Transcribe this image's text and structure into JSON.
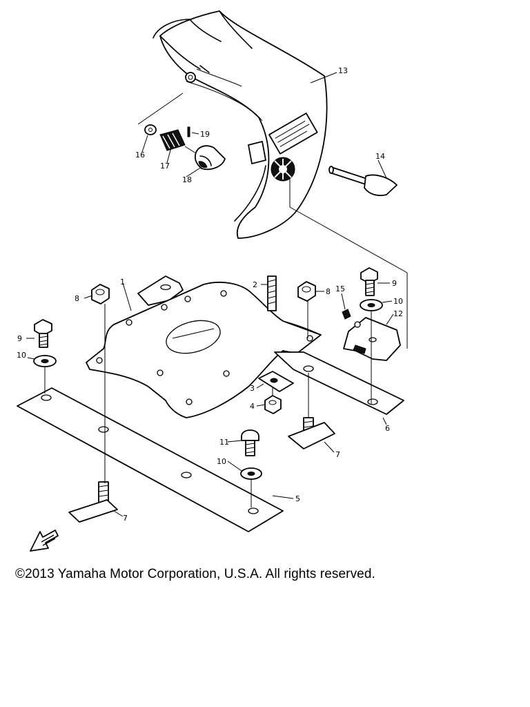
{
  "callouts": [
    {
      "id": "13",
      "text": "13"
    },
    {
      "id": "14",
      "text": "14"
    },
    {
      "id": "16",
      "text": "16"
    },
    {
      "id": "17",
      "text": "17"
    },
    {
      "id": "18",
      "text": "18"
    },
    {
      "id": "19",
      "text": "19"
    },
    {
      "id": "1",
      "text": "1"
    },
    {
      "id": "2",
      "text": "2"
    },
    {
      "id": "8a",
      "text": "8"
    },
    {
      "id": "8b",
      "text": "8"
    },
    {
      "id": "15",
      "text": "15"
    },
    {
      "id": "9a",
      "text": "9"
    },
    {
      "id": "10a",
      "text": "10"
    },
    {
      "id": "12",
      "text": "12"
    },
    {
      "id": "9b",
      "text": "9"
    },
    {
      "id": "10b",
      "text": "10"
    },
    {
      "id": "3",
      "text": "3"
    },
    {
      "id": "4",
      "text": "4"
    },
    {
      "id": "6",
      "text": "6"
    },
    {
      "id": "11",
      "text": "11"
    },
    {
      "id": "7a",
      "text": "7"
    },
    {
      "id": "10c",
      "text": "10"
    },
    {
      "id": "5",
      "text": "5"
    },
    {
      "id": "7b",
      "text": "7"
    }
  ],
  "footer": {
    "copyright": "©2013 Yamaha Motor Corporation, U.S.A. All rights reserved."
  },
  "icons": {
    "front_arrow": "front-arrow-icon"
  }
}
